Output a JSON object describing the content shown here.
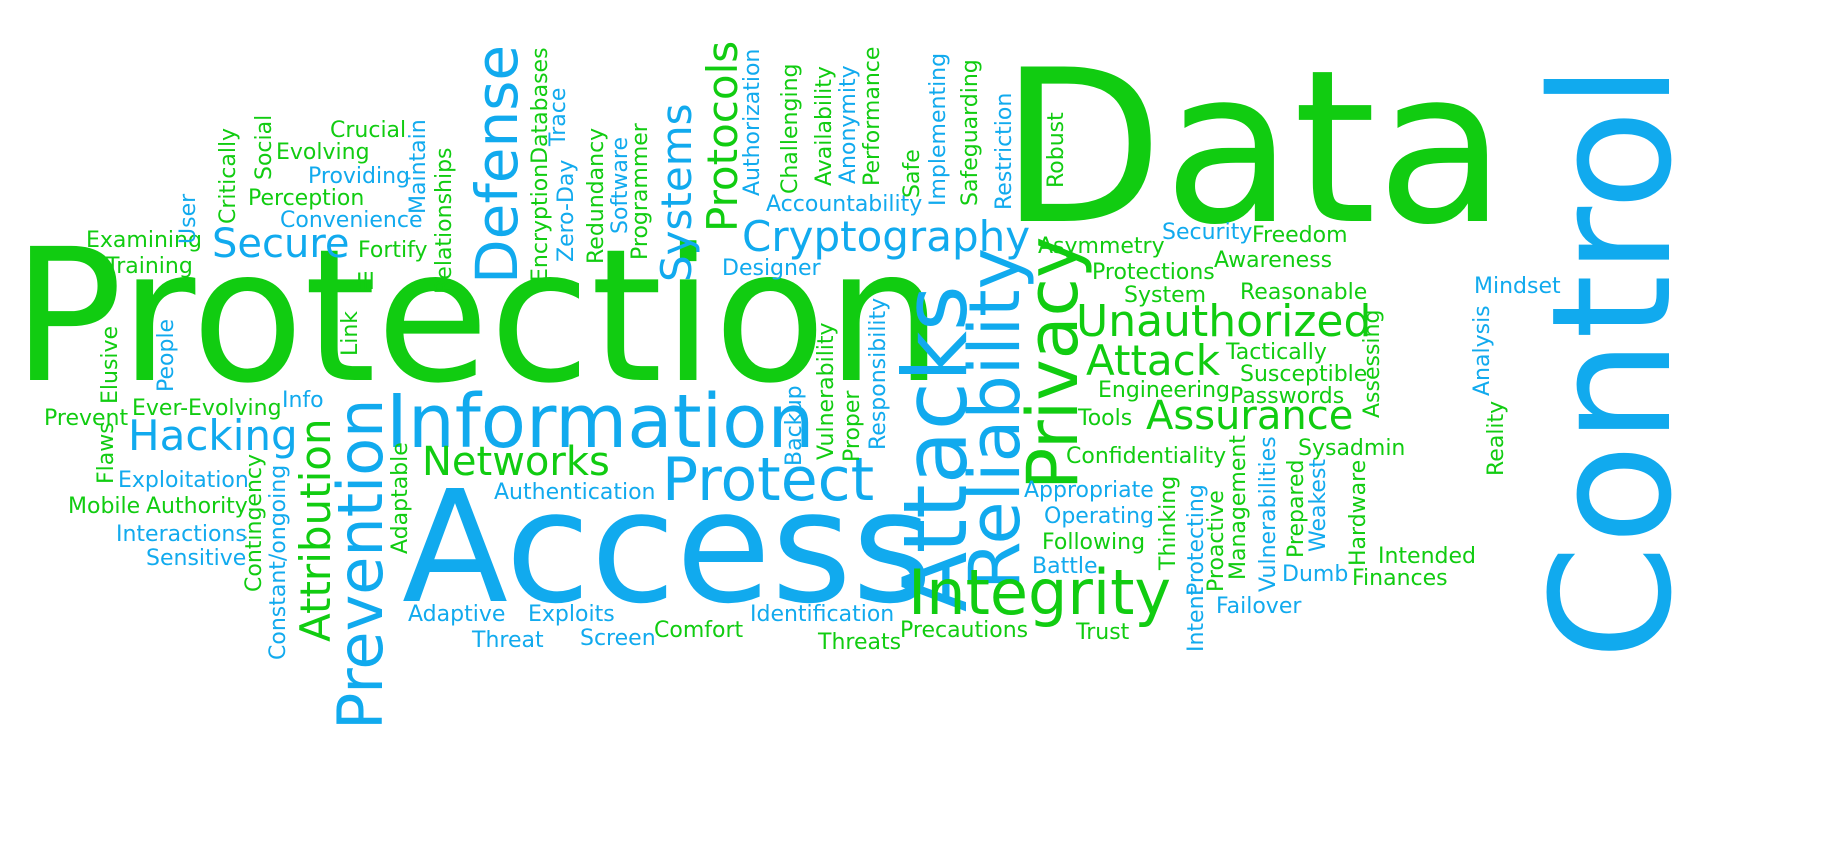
{
  "colors": {
    "green": "#11cc11",
    "blue": "#11aaee",
    "background": "#ffffff"
  },
  "words": [
    "Protection",
    "Data",
    "Control",
    "Access",
    "Information",
    "Attacks",
    "Reliability",
    "Privacy",
    "Prevention",
    "Integrity",
    "Hacking",
    "Protect",
    "Unauthorized",
    "Cryptography",
    "Networks",
    "Attack",
    "Assurance",
    "Defense",
    "Systems",
    "Protocols",
    "Secure",
    "Attribution",
    "Mindset",
    "Analysis",
    "Reality",
    "Assessing",
    "Security",
    "Freedom",
    "Awareness",
    "Reasonable",
    "Tactically",
    "Susceptible",
    "Passwords",
    "Sysadmin",
    "Asymmetry",
    "Protections",
    "System",
    "Engineering",
    "Tools",
    "Confidentiality",
    "Appropriate",
    "Operating",
    "Following",
    "Battle",
    "Thinking",
    "Protecting",
    "Intent",
    "Proactive",
    "Management",
    "Vulnerabilities",
    "Prepared",
    "Weakest",
    "Dumb",
    "Hardware",
    "Intended",
    "Finances",
    "Failover",
    "Trust",
    "Precautions",
    "Threats",
    "Identification",
    "Comfort",
    "Exploits",
    "Screen",
    "Adaptive",
    "Threat",
    "Authentication",
    "Adaptable",
    "Constant/ongoing",
    "Contingency",
    "Sensitive",
    "Interactions",
    "Mobile",
    "Authority",
    "Exploitation",
    "Flaws",
    "Prevent",
    "Ever-Evolving",
    "Info",
    "Elusive",
    "People",
    "Link",
    "Ill",
    "Fortify",
    "Examining",
    "Training",
    "User",
    "Critically",
    "Social",
    "Crucial",
    "Evolving",
    "Providing",
    "Perception",
    "Convenience",
    "Maintain",
    "Relationships",
    "EncryptionDatabases",
    "Zero-Day",
    "Trace",
    "Redundancy",
    "Software",
    "Programmer",
    "Authorization",
    "Designer",
    "Challenging",
    "Accountability",
    "Availability",
    "Anonymity",
    "Performance",
    "Safe",
    "Implementing",
    "Safeguarding",
    "Restriction",
    "Robust",
    "Backup",
    "Vulnerability",
    "Proper",
    "Responsibility"
  ]
}
